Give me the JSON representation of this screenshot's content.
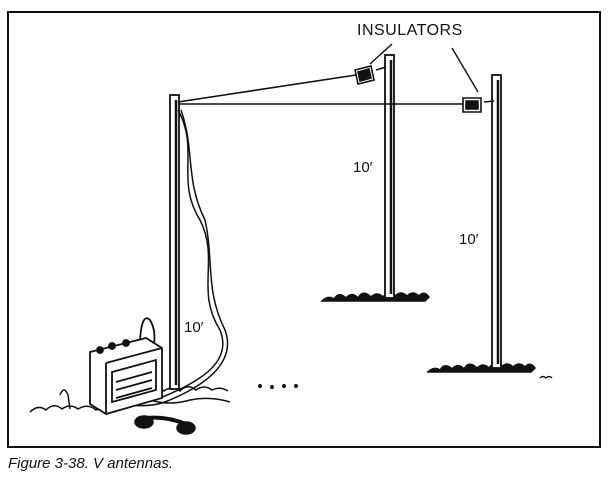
{
  "diagram": {
    "labels": {
      "insulators": "INSULATORS",
      "height_back_mast": "10′",
      "height_right_mast": "10′",
      "height_front_mast": "10′"
    },
    "caption": "Figure 3-38.  V antennas."
  }
}
